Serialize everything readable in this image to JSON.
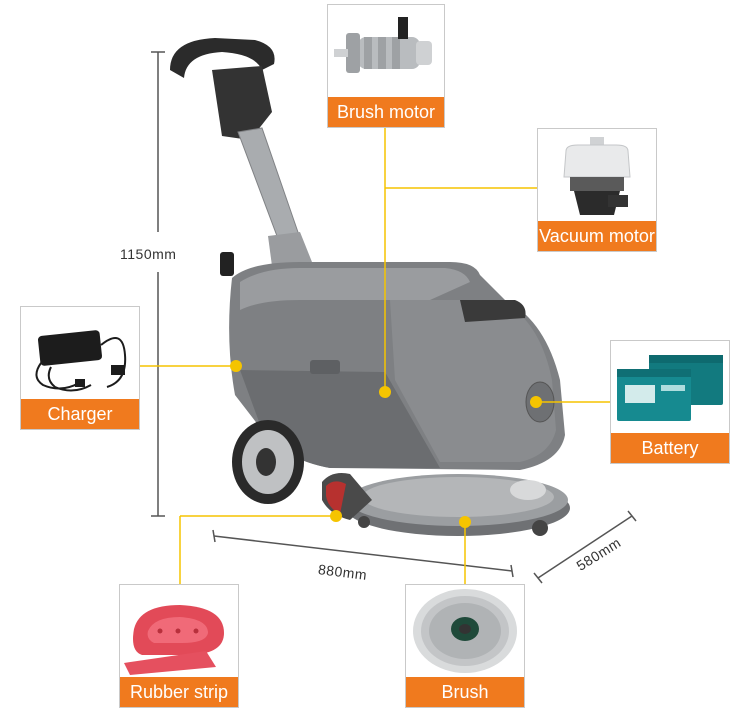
{
  "dimensions": {
    "height": "1150mm",
    "length": "880mm",
    "width": "580mm"
  },
  "components": {
    "brush_motor": "Brush motor",
    "vacuum_motor": "Vacuum motor",
    "charger": "Charger",
    "battery": "Battery",
    "rubber_strip": "Rubber strip",
    "brush": "Brush"
  },
  "colors": {
    "accent": "#f07a1e",
    "leader": "#f5c400",
    "machine": "#7e8083"
  }
}
